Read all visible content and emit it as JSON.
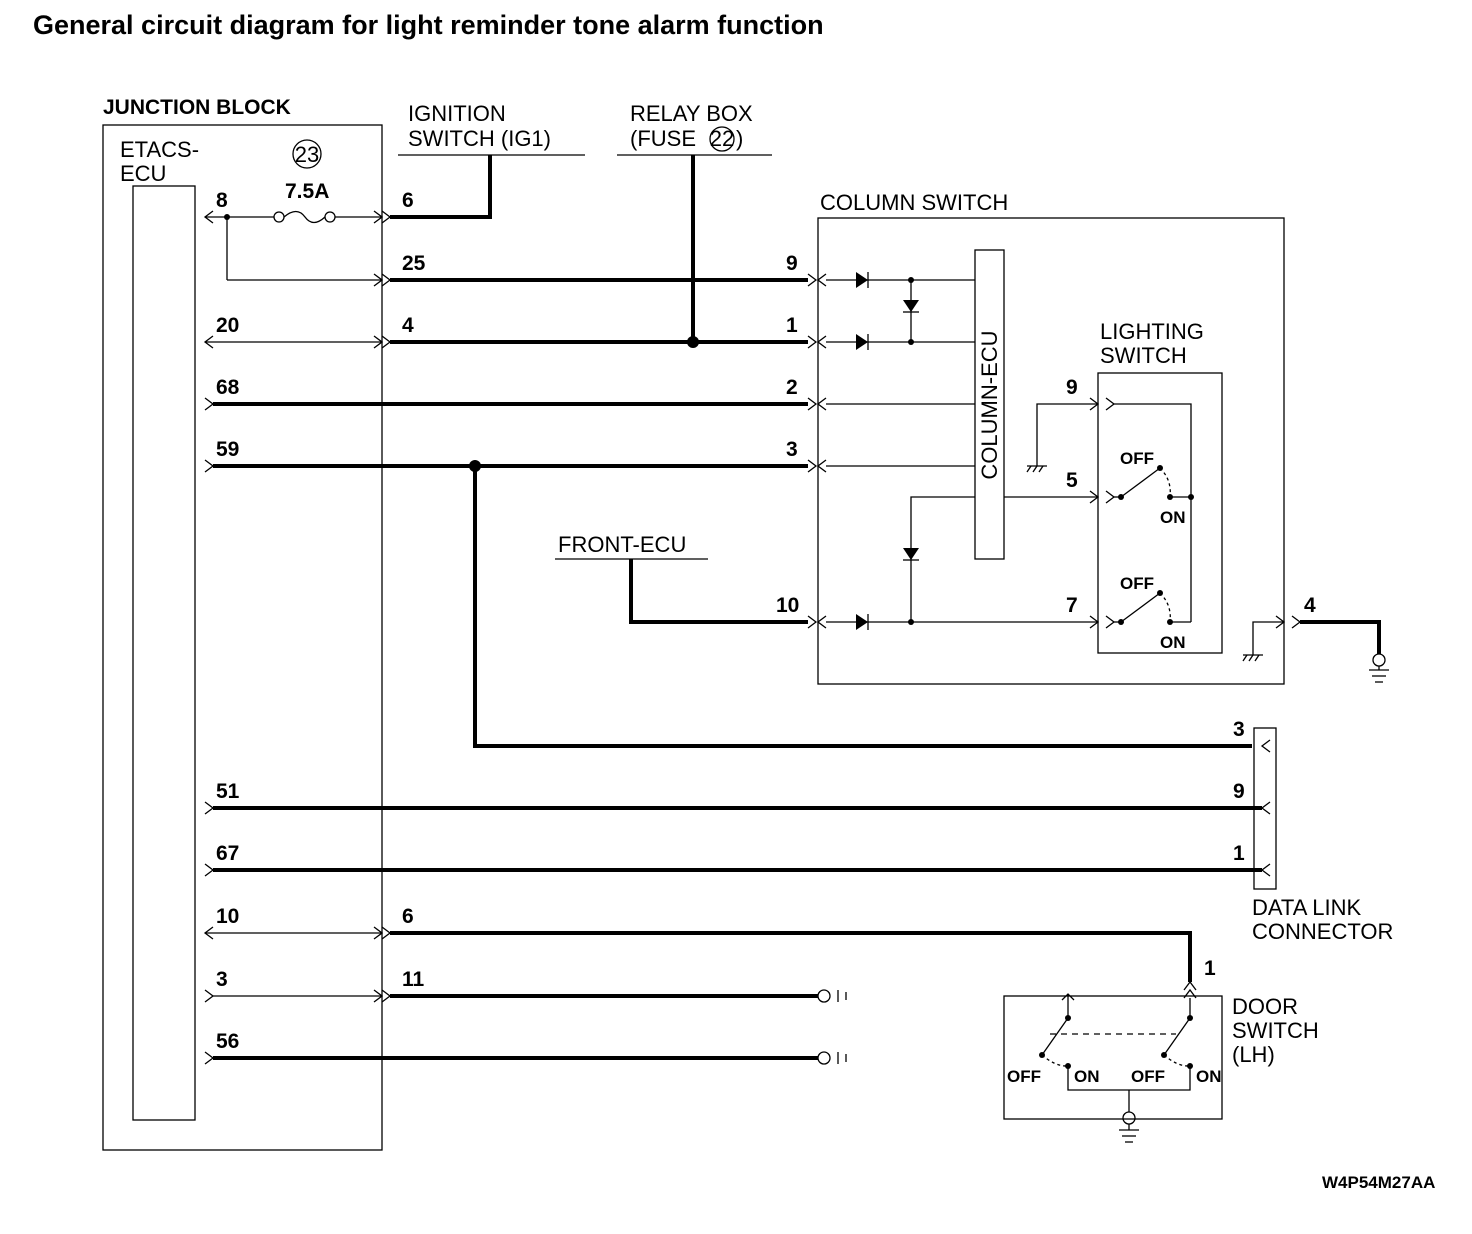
{
  "title": "General circuit diagram for light reminder tone alarm function",
  "diagram_code": "W4P54M27AA",
  "junction_block": {
    "label": "JUNCTION BLOCK",
    "etacs_ecu_line1": "ETACS-",
    "etacs_ecu_line2": "ECU",
    "fuse_number": "23",
    "fuse_rating": "7.5A"
  },
  "ignition_switch": {
    "line1": "IGNITION",
    "line2": "SWITCH (IG1)"
  },
  "relay_box": {
    "line1": "RELAY BOX",
    "line2_prefix": "(FUSE",
    "fuse_number": "22",
    "line2_suffix": ")"
  },
  "column_switch": {
    "label": "COLUMN SWITCH",
    "ecu_label": "COLUMN-ECU"
  },
  "lighting_switch": {
    "line1": "LIGHTING",
    "line2": "SWITCH",
    "off": "OFF",
    "on": "ON"
  },
  "front_ecu": {
    "label": "FRONT-ECU"
  },
  "data_link_connector": {
    "line1": "DATA LINK",
    "line2": "CONNECTOR"
  },
  "door_switch": {
    "line1": "DOOR",
    "line2": "SWITCH",
    "line3": "(LH)",
    "off": "OFF",
    "on": "ON"
  },
  "pins": {
    "ecu_8": "8",
    "ecu_20": "20",
    "ecu_68": "68",
    "ecu_59": "59",
    "ecu_51": "51",
    "ecu_67": "67",
    "ecu_10": "10",
    "ecu_3": "3",
    "ecu_56": "56",
    "jb_6_top": "6",
    "jb_25": "25",
    "jb_4": "4",
    "jb_6_bottom": "6",
    "jb_11": "11",
    "col_9": "9",
    "col_1": "1",
    "col_2": "2",
    "col_3": "3",
    "col_10": "10",
    "ls_9": "9",
    "ls_5": "5",
    "ls_7": "7",
    "col_4": "4",
    "dlc_3": "3",
    "dlc_9": "9",
    "dlc_1": "1",
    "door_1": "1"
  }
}
